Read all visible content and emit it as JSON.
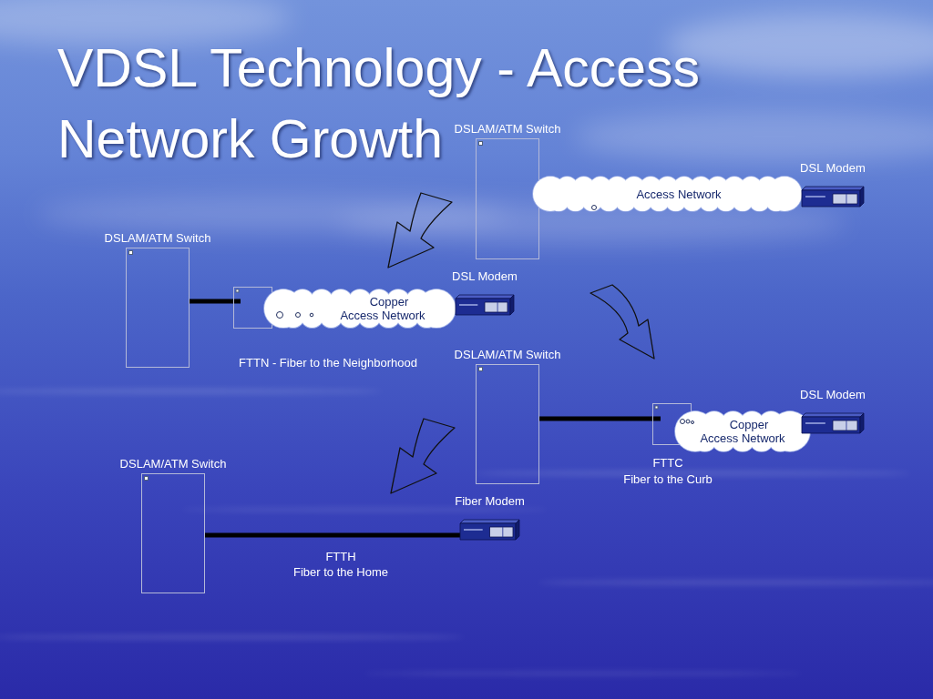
{
  "diagram": {
    "title": "VDSL Technology - Access Network Growth",
    "nodes": [
      {
        "text": [
          "DSLAM/ATM Switch"
        ]
      },
      {
        "text": [
          "Access Network"
        ]
      },
      {
        "text": [
          "DSL Modem"
        ]
      },
      {
        "text": [
          "DSLAM/ATM Switch"
        ]
      },
      {
        "text": [
          "Copper Access Network"
        ]
      },
      {
        "text": [
          "DSL Modem"
        ]
      },
      {
        "text": [
          "DSLAM/ATM Switch"
        ]
      },
      {
        "text": [
          "Copper Access Network"
        ]
      },
      {
        "text": [
          "DSL Modem"
        ]
      },
      {
        "text": [
          "DSLAM/ATM Switch"
        ]
      },
      {
        "text": [
          "Fiber Modem"
        ]
      }
    ],
    "edges": [
      {
        "from": 3,
        "to": 4,
        "arrow": "none"
      },
      {
        "from": 6,
        "to": 7,
        "arrow": "none"
      },
      {
        "from": 9,
        "to": 10,
        "arrow": "none"
      }
    ],
    "labels": [
      "FTTN - Fiber to the Neighborhood",
      "FTTC",
      "Fiber to the Curb",
      "FTTH",
      "Fiber to the Home"
    ]
  }
}
